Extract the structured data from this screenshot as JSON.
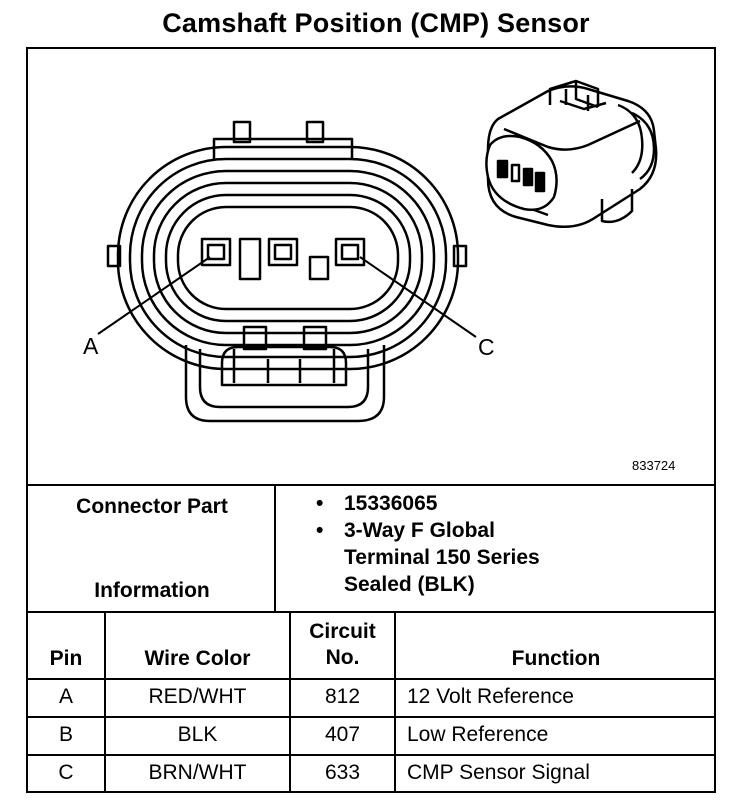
{
  "title": "Camshaft Position (CMP) Sensor",
  "figure_id": "833724",
  "pin_labels": {
    "a": "A",
    "c": "C"
  },
  "connector_info": {
    "label_lines": [
      "Connector Part",
      "Information"
    ],
    "bullets": [
      {
        "lines": [
          "15336065"
        ]
      },
      {
        "lines": [
          "3-Way F Global",
          "Terminal 150 Series",
          "Sealed (BLK)"
        ]
      }
    ]
  },
  "table": {
    "headers": {
      "pin": "Pin",
      "wire_color": "Wire Color",
      "circuit_line1": "Circuit",
      "circuit_line2": "No.",
      "function": "Function"
    },
    "rows": [
      {
        "pin": "A",
        "wire_color": "RED/WHT",
        "circuit": "812",
        "function": "12 Volt Reference"
      },
      {
        "pin": "B",
        "wire_color": "BLK",
        "circuit": "407",
        "function": "Low Reference"
      },
      {
        "pin": "C",
        "wire_color": "BRN/WHT",
        "circuit": "633",
        "function": "CMP Sensor Signal"
      }
    ]
  },
  "colors": {
    "ink": "#000000",
    "paper": "#ffffff"
  }
}
